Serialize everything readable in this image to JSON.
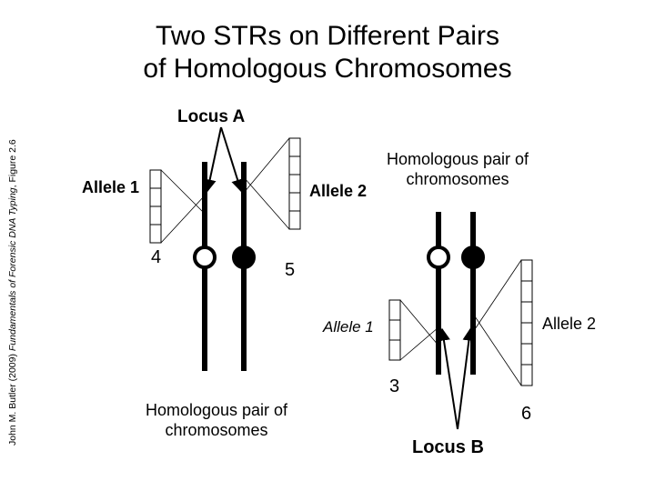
{
  "title": {
    "line1": "Two STRs on Different Pairs",
    "line2": "of Homologous Chromosomes"
  },
  "credit": {
    "author": "John M. Butler (2009) ",
    "book": "Fundamentals of Forensic DNA Typing",
    "figure": ", Figure 2.6"
  },
  "left_pair": {
    "locus_label": "Locus A",
    "allele1_label": "Allele 1",
    "allele2_label": "Allele 2",
    "allele1_repeats": "4",
    "allele2_repeats": "5",
    "pair_label_line1": "Homologous pair of",
    "pair_label_line2": "chromosomes"
  },
  "right_pair": {
    "locus_label": "Locus B",
    "allele1_label": "Allele 1",
    "allele2_label": "Allele 2",
    "allele1_repeats": "3",
    "allele2_repeats": "6",
    "pair_label_line1": "Homologous pair of",
    "pair_label_line2": "chromosomes"
  },
  "colors": {
    "chromosome": "#000000",
    "open_centromere_fill": "#ffffff",
    "closed_centromere_fill": "#000000",
    "repeat_box_stroke": "#000000"
  }
}
